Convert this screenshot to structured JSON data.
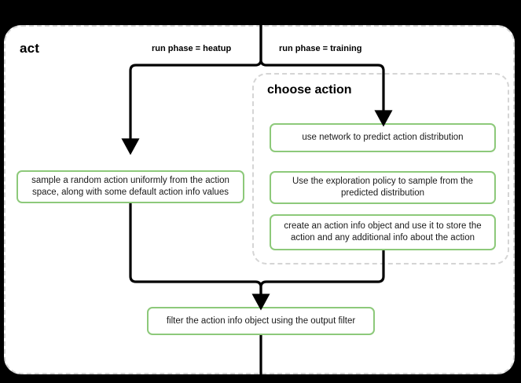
{
  "diagram": {
    "title": "act",
    "subgraph_title": "choose action",
    "colors": {
      "node_border": "#8dc97a",
      "node_fill": "#ffffff",
      "container_border": "#d5d5d5",
      "edge": "#000000",
      "canvas_background": "#000000"
    },
    "edge_labels": {
      "heatup": "run phase = heatup",
      "training": "run phase = training"
    },
    "nodes": {
      "sample_random": "sample a random action uniformly from the action space, along with some default action info values",
      "use_network": "use network to predict action distribution",
      "exploration_policy": "Use the exploration policy to sample from the predicted distribution",
      "create_action_info": "create an action info object and use it to store the action and any additional info about the action",
      "filter_action_info": "filter the action info object using the output filter"
    }
  }
}
